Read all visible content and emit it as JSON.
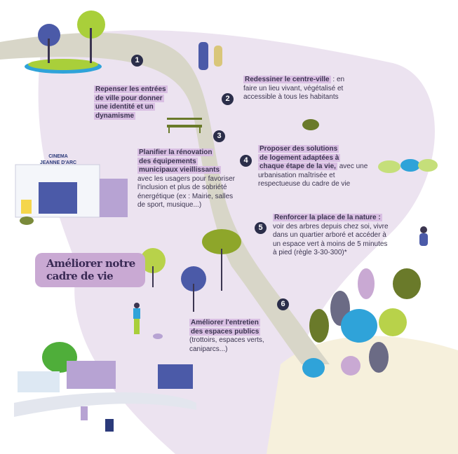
{
  "title": "Améliorer notre cadre de vie",
  "cinema_sign": [
    "CINEMA",
    "JEANNE D'ARC"
  ],
  "steps": [
    {
      "number": "1",
      "bold": [
        "Repenser les entrées",
        "de ville pour donner",
        "une identité et un",
        "dynamisme"
      ],
      "text": ""
    },
    {
      "number": "2",
      "bold": [
        "Redessiner le centre-ville"
      ],
      "text": " : en faire un lieu vivant, végétalisé et accessible à tous les habitants"
    },
    {
      "number": "3",
      "bold": [
        "Planifier la rénovation",
        "des équipements",
        "municipaux vieillissants"
      ],
      "text": "avec les usagers pour favoriser l'inclusion et plus de sobriété énergétique (ex : Mairie, salles de sport, musique...)"
    },
    {
      "number": "4",
      "bold": [
        "Proposer des solutions",
        "de logement adaptées à",
        "chaque étape de la vie,"
      ],
      "text": " avec une urbanisation maîtrisée et respectueuse du cadre de vie"
    },
    {
      "number": "5",
      "bold": [
        "Renforcer la place de la nature :"
      ],
      "text": "voir des arbres depuis chez soi, vivre dans un quartier arboré et accéder à un espace vert à moins de 5 minutes à pied (règle 3-30-300)*"
    },
    {
      "number": "6",
      "bold": [
        "Améliorer l'entretien",
        "des espaces publics"
      ],
      "text": "(trottoirs, espaces verts, caniparcs...)"
    }
  ],
  "colors": {
    "blob": "#ece3f0",
    "road": "#d8d6c8",
    "highlight": "#d9bfe3",
    "badge": "#2b2e4a",
    "title_box": "#c9a9d3"
  }
}
